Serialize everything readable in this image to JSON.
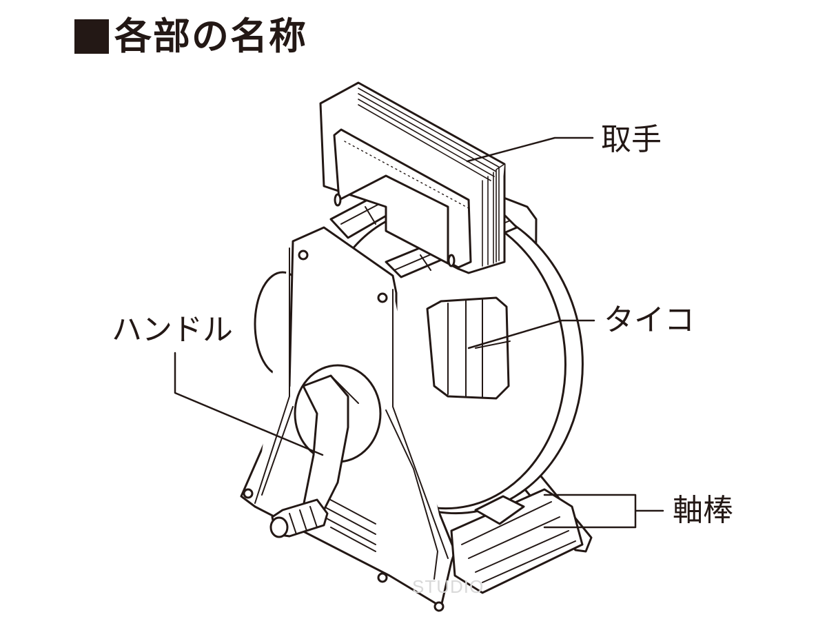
{
  "title": "各部の名称",
  "parts": {
    "handle_grip": "取手",
    "drum": "タイコ",
    "crank_handle": "ハンドル",
    "axle_rods": "軸棒"
  },
  "watermark": "STUDIO"
}
